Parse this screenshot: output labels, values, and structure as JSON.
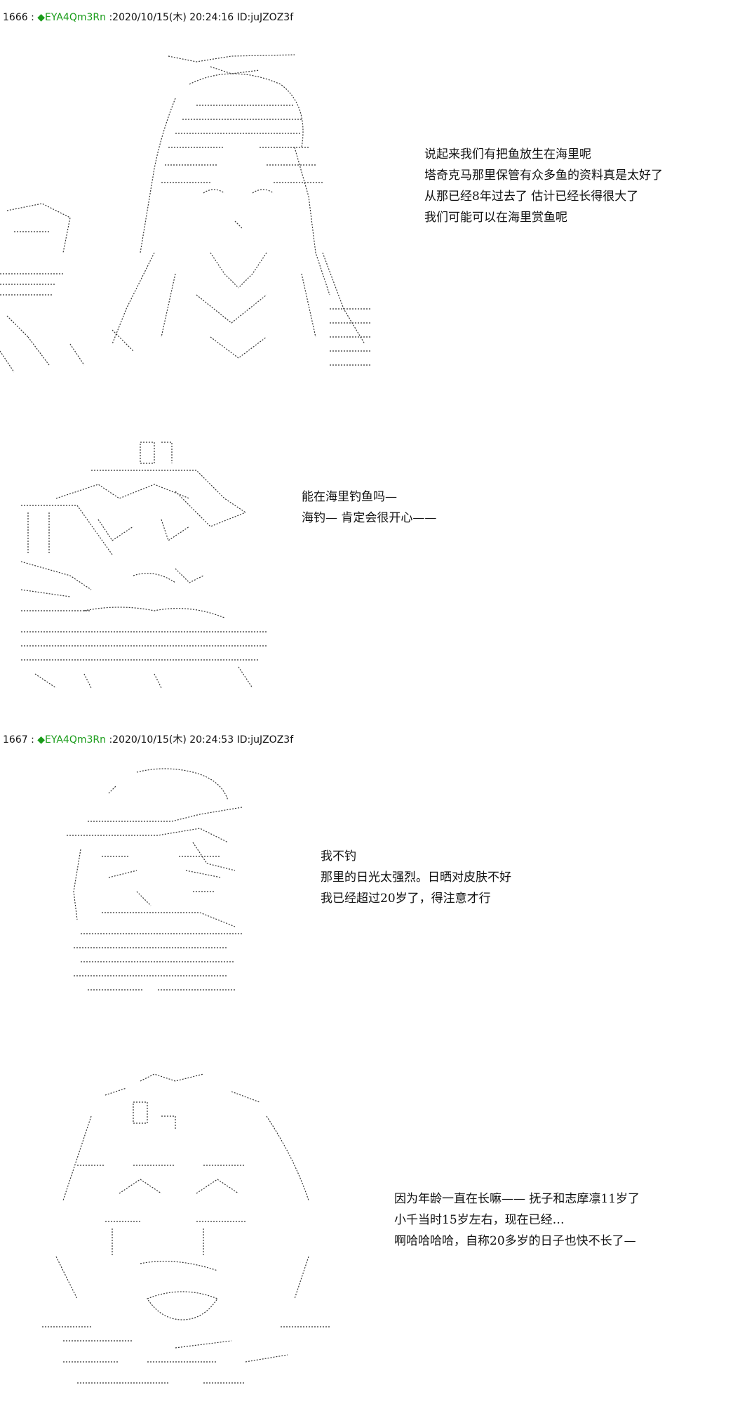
{
  "posts": [
    {
      "number": "1666",
      "separator": ":",
      "trip": "◆EYA4Qm3Rn",
      "datetime": ":2020/10/15(木) 20:24:16",
      "id": "ID:juJZOZ3f",
      "panels": [
        {
          "lines": [
            "说起来我们有把鱼放生在海里呢",
            "塔奇克马那里保管有众多鱼的资料真是太好了",
            "从那已经8年过去了 估计已经长得很大了",
            "我们可能可以在海里赏鱼呢"
          ]
        },
        {
          "lines": [
            "能在海里钓鱼吗—",
            "海钓—  肯定会很开心——"
          ]
        }
      ]
    },
    {
      "number": "1667",
      "separator": ":",
      "trip": "◆EYA4Qm3Rn",
      "datetime": ":2020/10/15(木) 20:24:53",
      "id": "ID:juJZOZ3f",
      "panels": [
        {
          "lines": [
            "我不钓",
            "那里的日光太强烈。日晒对皮肤不好",
            "我已经超过20岁了，得注意才行"
          ]
        },
        {
          "lines": [
            "因为年龄一直在长嘛——  抚子和志摩凛11岁了",
            "小千当时15岁左右，现在已经…",
            "啊哈哈哈哈，自称20多岁的日子也快不长了—"
          ]
        }
      ]
    }
  ]
}
